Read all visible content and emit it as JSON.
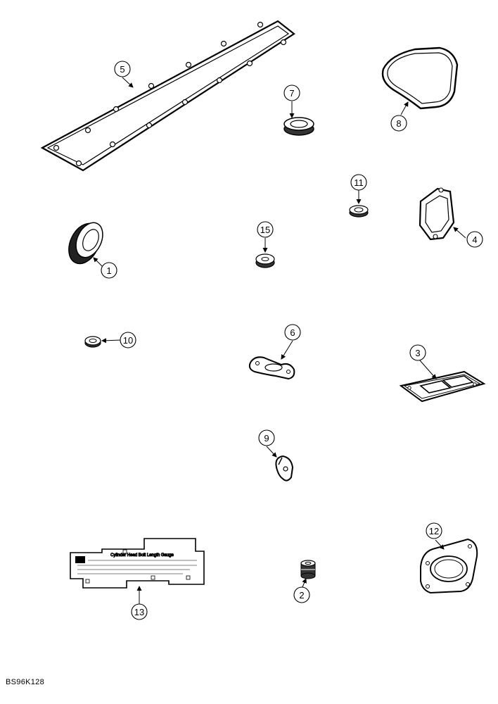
{
  "callouts": {
    "c1": "1",
    "c2": "2",
    "c3": "3",
    "c4": "4",
    "c5": "5",
    "c6": "6",
    "c7": "7",
    "c8": "8",
    "c9": "9",
    "c10": "10",
    "c11": "11",
    "c12": "12",
    "c13": "13",
    "c15": "15"
  },
  "gauge": {
    "title": "Cylinder Head Bolt Length Gauge"
  },
  "figure_code": "BS96K128"
}
